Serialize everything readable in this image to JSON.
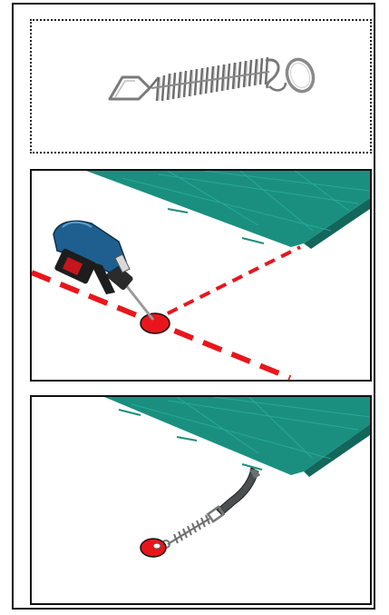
{
  "illustration": {
    "panels": [
      {
        "id": "spring-anchor-closeup",
        "icon": "spring-anchor-icon"
      },
      {
        "id": "drilling-anchor-point",
        "icon": "hammer-drill-icon",
        "colors": {
          "cover": "#1a8f80",
          "guide_line": "#e8161c",
          "drill_body": "#1f5f8f"
        }
      },
      {
        "id": "attached-spring-to-anchor",
        "icon": "cover-strap-spring-icon",
        "colors": {
          "cover": "#1a8f80",
          "anchor": "#e8161c"
        }
      }
    ],
    "accent": "#e8161c"
  }
}
